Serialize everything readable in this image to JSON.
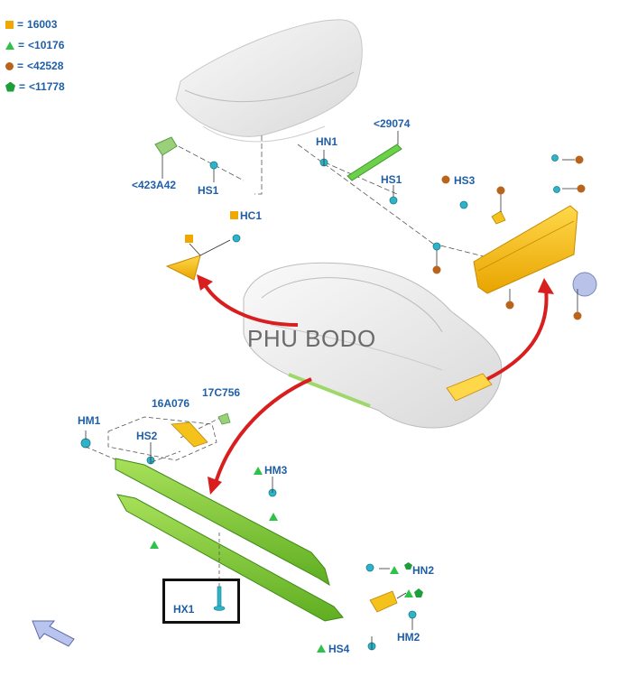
{
  "legend": [
    {
      "symbol": "orange-square",
      "eq": "=",
      "value": "16003"
    },
    {
      "symbol": "green-triangle",
      "eq": "=",
      "value": "<10176"
    },
    {
      "symbol": "brown-circle",
      "eq": "=",
      "value": "<42528"
    },
    {
      "symbol": "green-pentagon",
      "eq": "=",
      "value": "<11778"
    }
  ],
  "labels": {
    "p423A42": "<423A42",
    "hs1_left": "HS1",
    "hn1": "HN1",
    "p29074": "<29074",
    "hs1_right": "HS1",
    "hs3": "HS3",
    "hc1": "HC1",
    "p16A076": "16A076",
    "p17C756": "17C756",
    "hm1": "HM1",
    "hs2": "HS2",
    "hm3": "HM3",
    "hn2": "HN2",
    "hm2": "HM2",
    "hs4": "HS4",
    "hx1": "HX1"
  },
  "watermark": "PHU BODO",
  "colors": {
    "label_blue": "#1f5fa8",
    "orange": "#f0a800",
    "green_tri": "#2ec24a",
    "brown": "#b8641c",
    "pentagon": "#1e9e3a",
    "arrow_red": "#d81e1e",
    "rocker_green": "#8ccf3c",
    "part_yellow": "#f5c21b"
  }
}
